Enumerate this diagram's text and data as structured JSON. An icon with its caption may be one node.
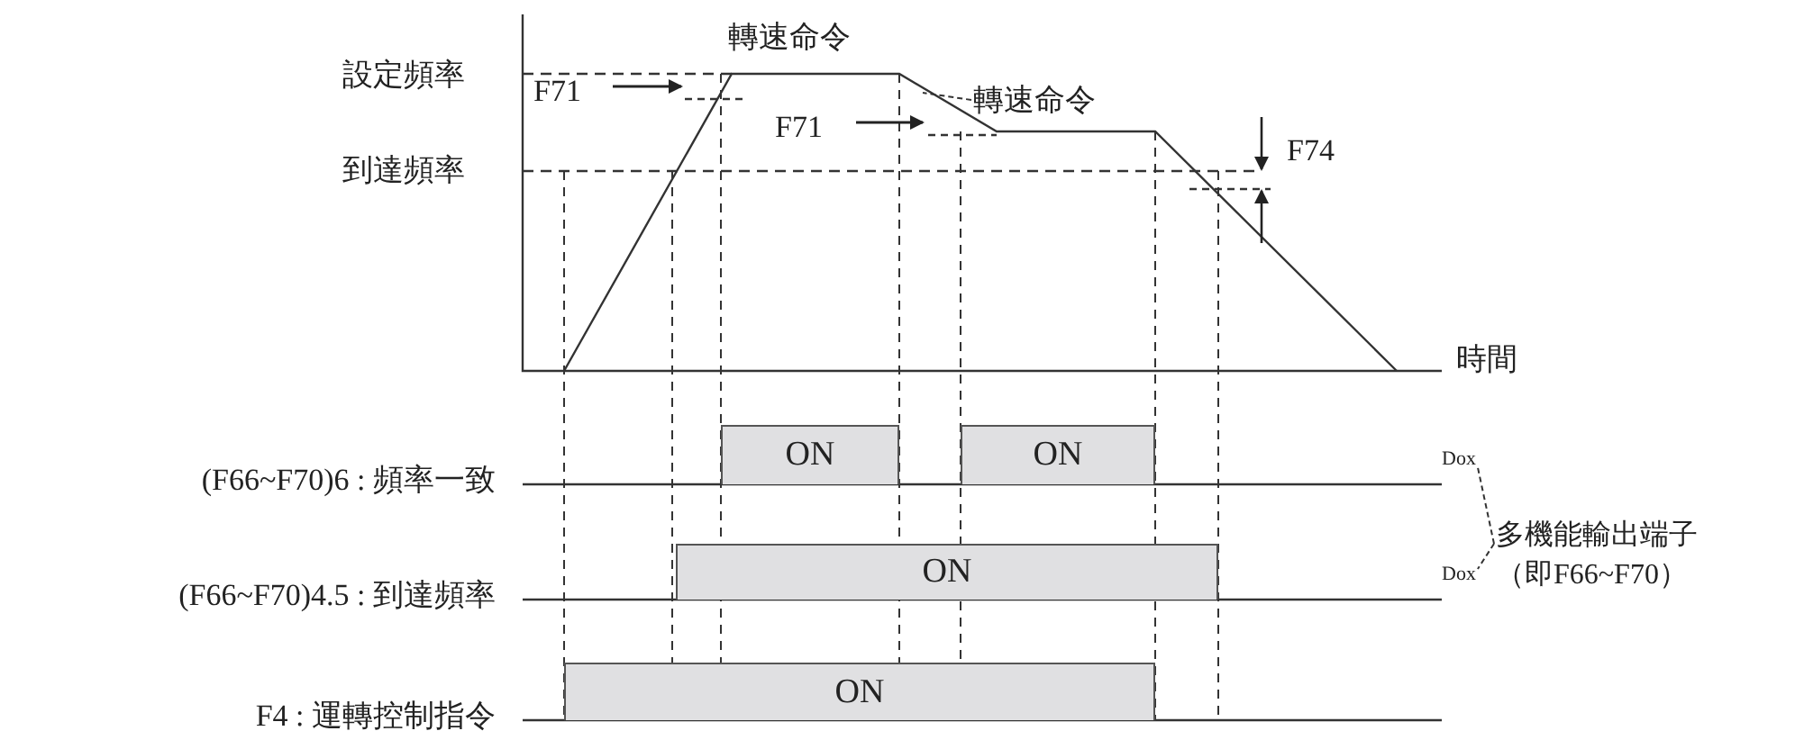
{
  "diagram": {
    "nodes": [
      {
        "text": [
          "ON"
        ]
      },
      {
        "text": [
          "ON"
        ]
      },
      {
        "text": [
          "ON"
        ]
      },
      {
        "text": [
          "ON"
        ]
      },
      {
        "text": [
          "轉速命令"
        ]
      },
      {
        "text": [
          "Dox"
        ]
      },
      {
        "text": [
          "Dox"
        ]
      },
      {
        "text": [
          "多機能輸出端子",
          "（即F66~F70）"
        ]
      }
    ],
    "edges": [
      {
        "from": 4,
        "to": null,
        "arrow": "none",
        "style": "dashed"
      },
      {
        "from": 7,
        "to": 5,
        "arrow": "none",
        "style": "dashed"
      },
      {
        "from": 7,
        "to": 6,
        "arrow": "none",
        "style": "dashed"
      }
    ],
    "labels": [
      "設定頻率",
      "轉速命令",
      "F71",
      "F71",
      "到達頻率",
      "F74",
      "時間",
      "(F66~F70)6 : 頻率一致",
      "(F66~F70)4.5 : 到達頻率",
      "F4 : 運轉控制指令"
    ]
  }
}
